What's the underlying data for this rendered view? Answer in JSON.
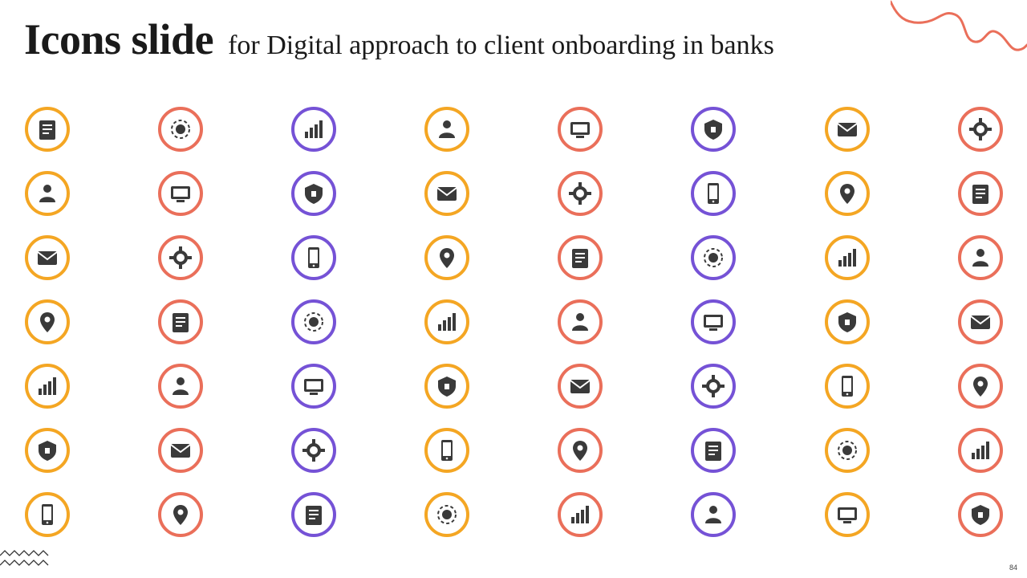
{
  "title": {
    "bold": "Icons slide",
    "rest": "for Digital approach to client onboarding in banks"
  },
  "page_number": "84",
  "colors": {
    "orange": "#f4a623",
    "coral": "#ea6f5a",
    "purple": "#7552d6",
    "glyph": "#3a3a3a"
  },
  "icon_rows": [
    [
      "workflow-approval-icon",
      "document-search-icon",
      "hand-gear-icon",
      "ai-chip-icon",
      "money-bag-person-icon",
      "growth-chart-person-icon",
      "robot-gear-icon",
      "calculator-document-icon"
    ],
    [
      "settings-cycle-icon",
      "documents-magnifier-icon",
      "user-orbit-icon",
      "network-hub-icon",
      "money-transfer-bank-icon",
      "customer-rating-icon",
      "user-profile-card-icon",
      "brain-head-icon"
    ],
    [
      "report-magnifier-icon",
      "hourglass-hand-icon",
      "gear-brain-icon",
      "atm-machine-icon",
      "robotic-arm-icon",
      "team-group-icon",
      "risk-meter-icon",
      "idea-hierarchy-icon"
    ],
    [
      "clipboard-chart-icon",
      "gears-cycle-icon",
      "mobile-id-icon",
      "smartphone-wifi-icon",
      "screen-magnifier-icon",
      "percent-badge-icon",
      "identity-card-icon",
      "stairs-climb-icon"
    ],
    [
      "contract-sign-icon",
      "mind-gear-icon",
      "mobile-shield-icon",
      "laptop-cursor-icon",
      "browser-settings-icon",
      "envelope-money-icon",
      "chatbot-question-icon",
      "phone-contact-icon"
    ],
    [
      "document-calculator-icon",
      "document-flowchart-icon",
      "tablet-chat-icon",
      "bank-percent-icon",
      "uiux-keyboard-icon",
      "remote-worker-icon",
      "server-files-icon",
      "email-envelope-icon"
    ],
    [
      "checklist-user-icon",
      "user-care-hand-icon",
      "money-hand-icon",
      "presentation-magnifier-icon",
      "mobile-gear-icon",
      "browser-database-icon",
      "video-chat-laptop-icon",
      "location-pin-icon"
    ]
  ]
}
